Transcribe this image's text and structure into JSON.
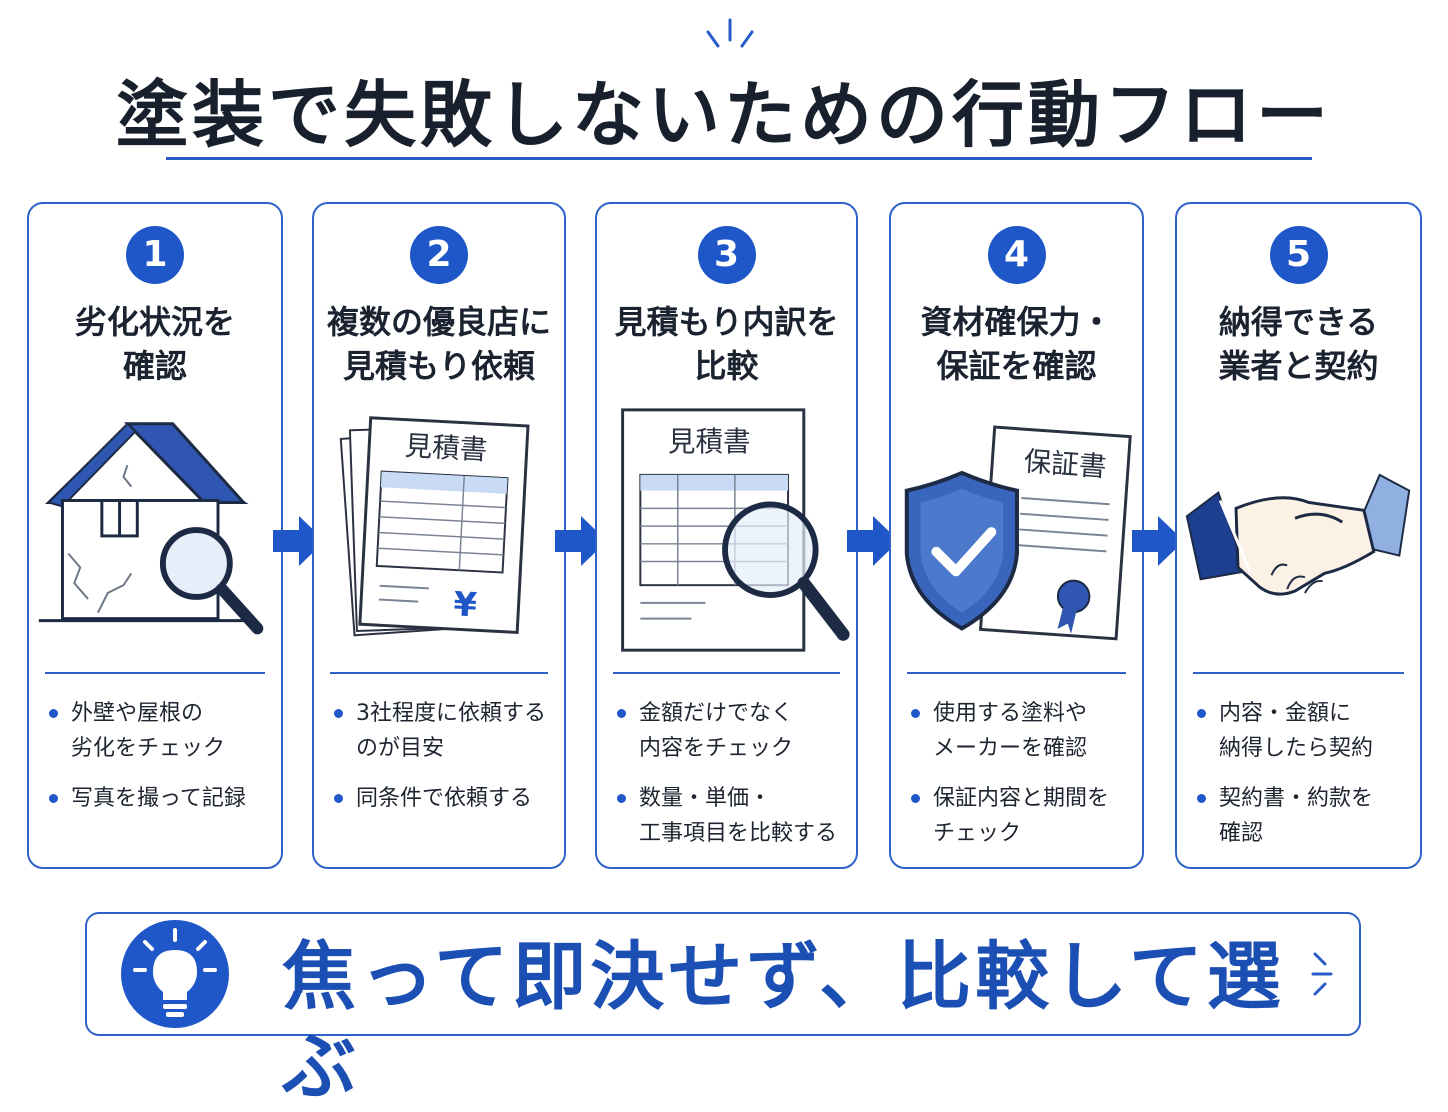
{
  "title": "塗装で失敗しないための行動フロー",
  "colors": {
    "accent": "#1f56c8",
    "border": "#2f62c9",
    "text": "#1a2230"
  },
  "steps": [
    {
      "number": "1",
      "title": "劣化状況を\n確認",
      "icon": "house-crack-magnifier-icon",
      "bullets": [
        "外壁や屋根の\n劣化をチェック",
        "写真を撮って記録"
      ]
    },
    {
      "number": "2",
      "title": "複数の優良店に\n見積もり依頼",
      "icon": "estimate-documents-icon",
      "doc_label": "見積書",
      "currency": "¥",
      "bullets": [
        "3社程度に依頼する\nのが目安",
        "同条件で依頼する"
      ]
    },
    {
      "number": "3",
      "title": "見積もり内訳を\n比較",
      "icon": "estimate-magnifier-icon",
      "doc_label": "見積書",
      "bullets": [
        "金額だけでなく\n内容をチェック",
        "数量・単価・\n工事項目を比較する"
      ]
    },
    {
      "number": "4",
      "title": "資材確保力・\n保証を確認",
      "icon": "shield-certificate-icon",
      "doc_label": "保証書",
      "bullets": [
        "使用する塗料や\nメーカーを確認",
        "保証内容と期間を\nチェック"
      ]
    },
    {
      "number": "5",
      "title": "納得できる\n業者と契約",
      "icon": "handshake-icon",
      "bullets": [
        "内容・金額に\n納得したら契約",
        "契約書・約款を\n確認"
      ]
    }
  ],
  "banner": {
    "text": "焦って即決せず、比較して選ぶ",
    "icon": "lightbulb-icon"
  }
}
